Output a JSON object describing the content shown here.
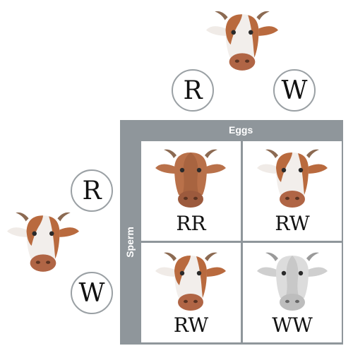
{
  "punnett": {
    "eggs_label": "Eggs",
    "sperm_label": "Sperm",
    "egg_alleles": [
      "R",
      "W"
    ],
    "sperm_alleles": [
      "R",
      "W"
    ],
    "cells": [
      {
        "genotype": "RR",
        "coat": "red"
      },
      {
        "genotype": "RW",
        "coat": "roan"
      },
      {
        "genotype": "RW",
        "coat": "roan"
      },
      {
        "genotype": "WW",
        "coat": "white"
      }
    ]
  },
  "colors": {
    "frame": "#8f969b",
    "red_coat": "#b9714a",
    "roan_spot": "#b96a3e",
    "white_coat": "#dcdcdc",
    "horn": "#8c6a52"
  }
}
